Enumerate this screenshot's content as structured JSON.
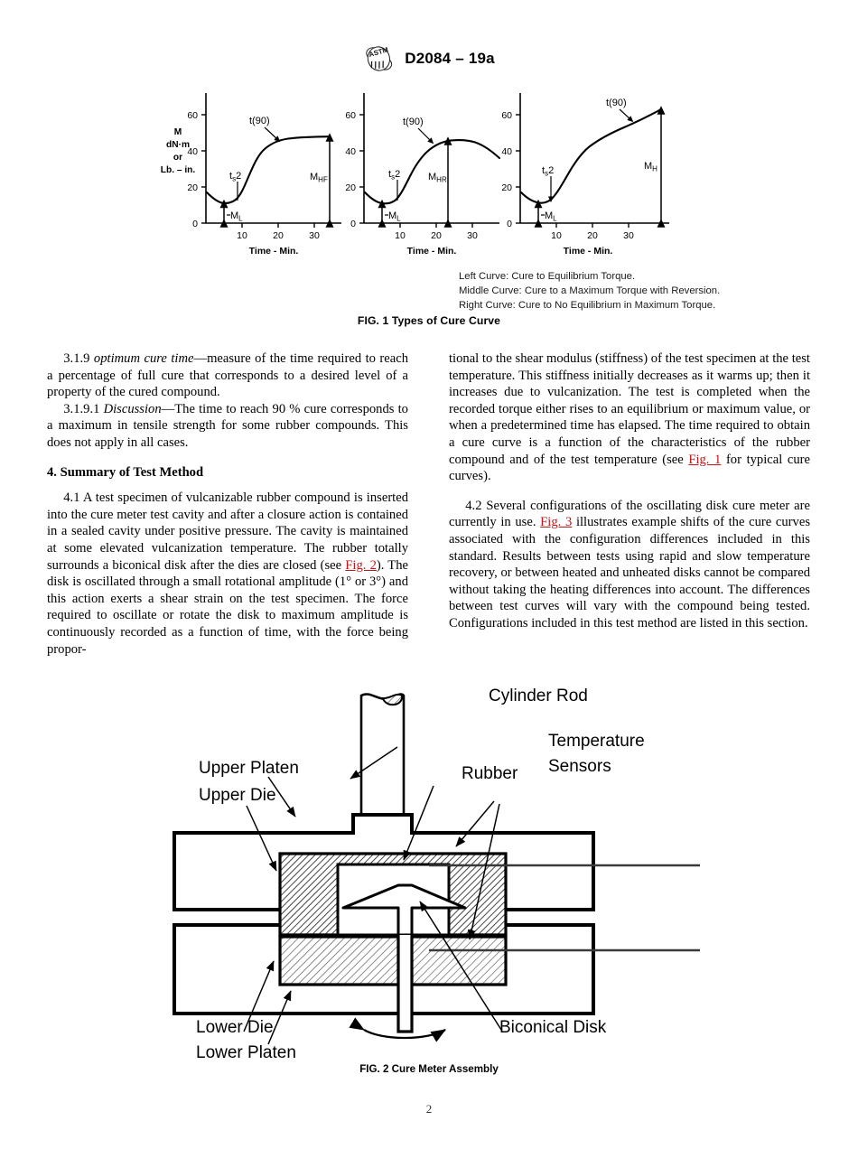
{
  "header": {
    "logo_icon": "astm-logo",
    "designation": "D2084 – 19a"
  },
  "figure1": {
    "caption": "FIG. 1  Types of Cure Curve",
    "notes": [
      "Left Curve: Cure to Equilibrium Torque.",
      "Middle Curve: Cure to a Maximum Torque with Reversion.",
      "Right Curve: Cure to No Equilibrium in Maximum Torque."
    ],
    "y_axis_caption": [
      "M",
      "dN·m",
      "or",
      "Lb. – in."
    ],
    "x_axis_label": "Time - Min.",
    "panels": [
      {
        "name": "left",
        "yticks": [
          "0",
          "20",
          "40",
          "60"
        ],
        "xticks": [
          "10",
          "20",
          "30"
        ],
        "annotations": [
          "t(90)",
          "tₛ2",
          "Mₗ",
          "Mₕғ"
        ],
        "label_t90": "t(90)",
        "label_ts2_base": "t",
        "label_ts2_sub": "s",
        "label_ts2_num": "2",
        "label_ML_base": "M",
        "label_ML_sub": "L",
        "label_M_base": "M",
        "label_M_sub": "HF"
      },
      {
        "name": "middle",
        "yticks": [
          "0",
          "20",
          "40",
          "60"
        ],
        "xticks": [
          "10",
          "20",
          "30"
        ],
        "label_t90": "t(90)",
        "label_ts2_base": "t",
        "label_ts2_sub": "s",
        "label_ts2_num": "2",
        "label_ML_base": "M",
        "label_ML_sub": "L",
        "label_M_base": "M",
        "label_M_sub": "HR"
      },
      {
        "name": "right",
        "yticks": [
          "0",
          "20",
          "40",
          "60"
        ],
        "xticks": [
          "10",
          "20",
          "30"
        ],
        "label_t90": "t(90)",
        "label_ts2_base": "t",
        "label_ts2_sub": "s",
        "label_ts2_num": "2",
        "label_ML_base": "M",
        "label_ML_sub": "L",
        "label_M_base": "M",
        "label_M_sub": "H"
      }
    ]
  },
  "chart_data": [
    {
      "type": "line",
      "title": "Left Curve: Cure to Equilibrium Torque.",
      "xlabel": "Time - Min.",
      "ylabel": "M dN·m or Lb. – in.",
      "xlim": [
        0,
        35
      ],
      "ylim": [
        0,
        70
      ],
      "yticks": [
        0,
        20,
        40,
        60
      ],
      "xticks": [
        10,
        20,
        30
      ],
      "grid": false,
      "x": [
        0,
        1,
        2,
        3,
        4,
        5,
        6,
        7,
        8,
        9,
        10,
        11,
        12,
        13,
        14,
        15,
        16,
        18,
        20,
        24,
        28,
        33
      ],
      "y": [
        17,
        15,
        13.5,
        12.3,
        11.7,
        11.6,
        12,
        13,
        15,
        19,
        26,
        34,
        41,
        45.5,
        48.5,
        50.2,
        51.3,
        52.4,
        53,
        53.6,
        53.8,
        53.8
      ],
      "annotations": [
        {
          "label": "tₛ2",
          "x": 7,
          "y": 13
        },
        {
          "label": "t(90)",
          "x": 17.5,
          "y": 47
        },
        {
          "label": "Mₗ",
          "x": 4.5,
          "y": 5.8
        },
        {
          "label": "MₕＦ",
          "x": 33,
          "y": 27
        }
      ]
    },
    {
      "type": "line",
      "title": "Middle Curve: Cure to a Maximum Torque with Reversion.",
      "xlabel": "Time - Min.",
      "ylabel": "",
      "xlim": [
        0,
        35
      ],
      "ylim": [
        0,
        70
      ],
      "yticks": [
        0,
        20,
        40,
        60
      ],
      "xticks": [
        10,
        20,
        30
      ],
      "grid": false,
      "x": [
        0,
        1,
        2,
        3,
        4,
        5,
        6,
        7,
        8,
        9,
        10,
        11,
        12,
        13,
        14,
        16,
        18,
        20,
        22,
        24,
        26,
        29,
        32,
        35
      ],
      "y": [
        17,
        15,
        13.5,
        12.3,
        11.7,
        11.7,
        12.2,
        13,
        14,
        17,
        23,
        30,
        37,
        42,
        45.5,
        49,
        50.8,
        51.6,
        52,
        52,
        51.6,
        50.3,
        48,
        45
      ],
      "annotations": [
        {
          "label": "tₛ2",
          "x": 7.5,
          "y": 13
        },
        {
          "label": "t(90)",
          "x": 16,
          "y": 49
        },
        {
          "label": "Mₗ",
          "x": 4.5,
          "y": 5.8
        },
        {
          "label": "Mₕᴿ",
          "x": 23.5,
          "y": 27
        }
      ]
    },
    {
      "type": "line",
      "title": "Right Curve: Cure to No Equilibrium in Maximum Torque.",
      "xlabel": "Time - Min.",
      "ylabel": "",
      "xlim": [
        0,
        40
      ],
      "ylim": [
        0,
        70
      ],
      "yticks": [
        0,
        20,
        40,
        60
      ],
      "xticks": [
        10,
        20,
        30
      ],
      "grid": false,
      "x": [
        0,
        1,
        2,
        3,
        4,
        5,
        6,
        7,
        8,
        9,
        10,
        12,
        14,
        16,
        18,
        21,
        24,
        28,
        32,
        36,
        38
      ],
      "y": [
        17,
        15,
        13.5,
        12.5,
        12,
        12,
        12.3,
        13,
        15,
        18,
        22,
        31,
        38,
        43,
        47,
        51,
        53.5,
        56,
        58,
        60.5,
        62
      ],
      "annotations": [
        {
          "label": "tₛ2",
          "x": 7,
          "y": 13
        },
        {
          "label": "t(90)",
          "x": 28,
          "y": 56
        },
        {
          "label": "Mₗ",
          "x": 4.5,
          "y": 5.8
        },
        {
          "label": "Mₕ",
          "x": 38,
          "y": 31
        }
      ]
    }
  ],
  "body": {
    "left": {
      "p1_num": "3.1.9",
      "p1_term": "optimum cure time",
      "p1_rest": "—measure of the time required to reach a percentage of full cure that corresponds to a desired level of a property of the cured compound.",
      "p2_num": "3.1.9.1",
      "p2_term": "Discussion",
      "p2_rest": "—The time to reach 90 % cure corresponds to a maximum in tensile strength for some rubber compounds. This does not apply in all cases.",
      "heading": "4.  Summary of Test Method",
      "p3_num": "4.1",
      "p3_a": "A test specimen of vulcanizable rubber compound is inserted into the cure meter test cavity and after a closure action is contained in a sealed cavity under positive pressure. The cavity is maintained at some elevated vulcanization temperature. The rubber totally surrounds a biconical disk after the dies are closed (see ",
      "p3_xref": "Fig. 2",
      "p3_b": "). The disk is oscillated through a small rotational amplitude (1° or 3°) and this action exerts a shear strain on the test specimen. The force required to oscillate or rotate the disk to maximum amplitude is continuously recorded as a function of time, with the force being propor-"
    },
    "right": {
      "p1_a": "tional to the shear modulus (stiffness) of the test specimen at the test temperature. This stiffness initially decreases as it warms up; then it increases due to vulcanization. The test is completed when the recorded torque either rises to an equilibrium or maximum value, or when a predetermined time has elapsed. The time required to obtain a cure curve is a function of the characteristics of the rubber compound and of the test temperature (see ",
      "p1_xref": "Fig. 1",
      "p1_b": " for typical cure curves).",
      "p2_num": "4.2",
      "p2_a": "Several configurations of the oscillating disk cure meter are currently in use. ",
      "p2_xref": "Fig. 3",
      "p2_b": " illustrates example shifts of the cure curves associated with the configuration differences included in this standard. Results between tests using rapid and slow temperature recovery, or between heated and unheated disks cannot be compared without taking the heating differences into account. The differences between test curves will vary with the compound being tested. Configurations included in this test method are listed in this section."
    }
  },
  "figure2": {
    "caption": "FIG. 2  Cure Meter Assembly",
    "labels": {
      "cylinder_rod": "Cylinder Rod",
      "upper_platen": "Upper Platen",
      "upper_die": "Upper Die",
      "rubber": "Rubber",
      "temperature_sensors_1": "Temperature",
      "temperature_sensors_2": "Sensors",
      "lower_die": "Lower Die",
      "lower_platen": "Lower Platen",
      "biconical_disk": "Biconical Disk"
    }
  },
  "folio": "2"
}
